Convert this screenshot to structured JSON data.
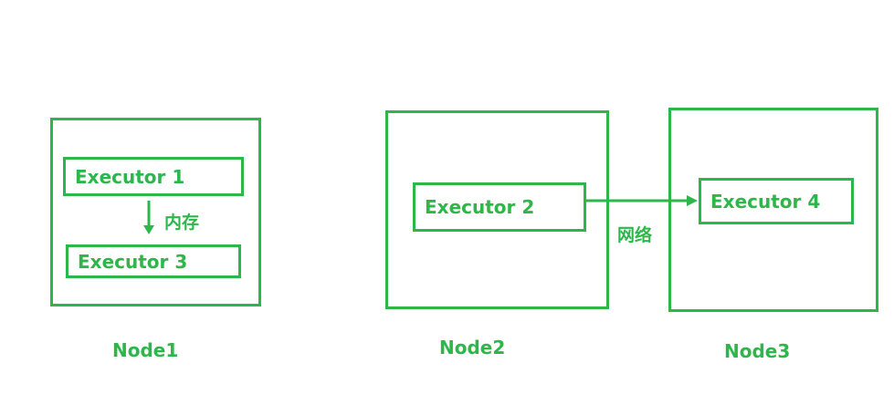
{
  "colors": {
    "accent": "#2db74a"
  },
  "nodes": [
    {
      "id": "node1",
      "label": "Node1"
    },
    {
      "id": "node2",
      "label": "Node2"
    },
    {
      "id": "node3",
      "label": "Node3"
    }
  ],
  "executors": [
    {
      "id": "executor1",
      "label": "Executor 1",
      "node": "Node1"
    },
    {
      "id": "executor2",
      "label": "Executor 2",
      "node": "Node2"
    },
    {
      "id": "executor3",
      "label": "Executor 3",
      "node": "Node1"
    },
    {
      "id": "executor4",
      "label": "Executor 4",
      "node": "Node3"
    }
  ],
  "edges": [
    {
      "from": "executor1",
      "to": "executor3",
      "label": "内存"
    },
    {
      "from": "executor2",
      "to": "executor4",
      "label": "网络"
    }
  ]
}
